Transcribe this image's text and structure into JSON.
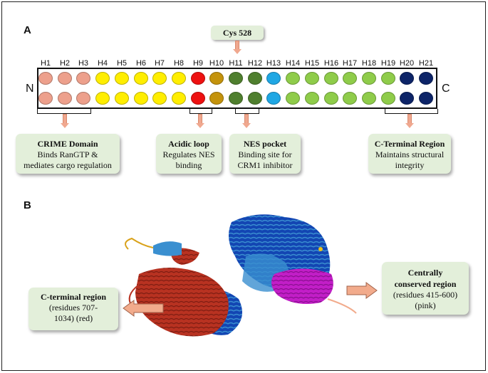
{
  "panel_a": {
    "letter": "A",
    "n_terminus": "N",
    "c_terminus": "C",
    "cys_label": "Cys 528",
    "helices": [
      {
        "label": "H1",
        "color": "#eda08c"
      },
      {
        "label": "H2",
        "color": "#eda08c"
      },
      {
        "label": "H3",
        "color": "#eda08c"
      },
      {
        "label": "H4",
        "color": "#ffee00"
      },
      {
        "label": "H5",
        "color": "#ffee00"
      },
      {
        "label": "H6",
        "color": "#ffee00"
      },
      {
        "label": "H7",
        "color": "#ffee00"
      },
      {
        "label": "H8",
        "color": "#ffee00"
      },
      {
        "label": "H9",
        "color": "#ee1111"
      },
      {
        "label": "H10",
        "color": "#c4930c"
      },
      {
        "label": "H11",
        "color": "#4f7f2e"
      },
      {
        "label": "H12",
        "color": "#4f7f2e"
      },
      {
        "label": "H13",
        "color": "#1fa7e4"
      },
      {
        "label": "H14",
        "color": "#8fcc4a"
      },
      {
        "label": "H15",
        "color": "#8fcc4a"
      },
      {
        "label": "H16",
        "color": "#8fcc4a"
      },
      {
        "label": "H17",
        "color": "#8fcc4a"
      },
      {
        "label": "H18",
        "color": "#8fcc4a"
      },
      {
        "label": "H19",
        "color": "#8fcc4a"
      },
      {
        "label": "H20",
        "color": "#0d2468"
      },
      {
        "label": "H21",
        "color": "#0d2468"
      }
    ],
    "callouts": {
      "crime": {
        "title": "CRIME Domain",
        "desc1": "Binds RanGTP &",
        "desc2": "mediates cargo regulation"
      },
      "acidic": {
        "title": "Acidic loop",
        "desc1": "Regulates NES",
        "desc2": "binding"
      },
      "nes": {
        "title": "NES pocket",
        "desc1": "Binding site for",
        "desc2": "CRM1 inhibitor"
      },
      "cterm": {
        "title": "C-Terminal Region",
        "desc1": "Maintains structural",
        "desc2": "integrity"
      }
    }
  },
  "panel_b": {
    "letter": "B",
    "left_callout": {
      "title": "C-terminal region",
      "line1": "(residues 707-",
      "line2": "1034)  (red)"
    },
    "right_callout": {
      "title1": "Centrally",
      "title2": "conserved region",
      "line1": "(residues 415-600)",
      "line2": "(pink)"
    },
    "colors": {
      "red_region": "#b83221",
      "pink_region": "#c21ec7",
      "blue_dark": "#1346b3",
      "blue_light": "#3a8fd0",
      "arrow": "#f2ab8c"
    }
  }
}
